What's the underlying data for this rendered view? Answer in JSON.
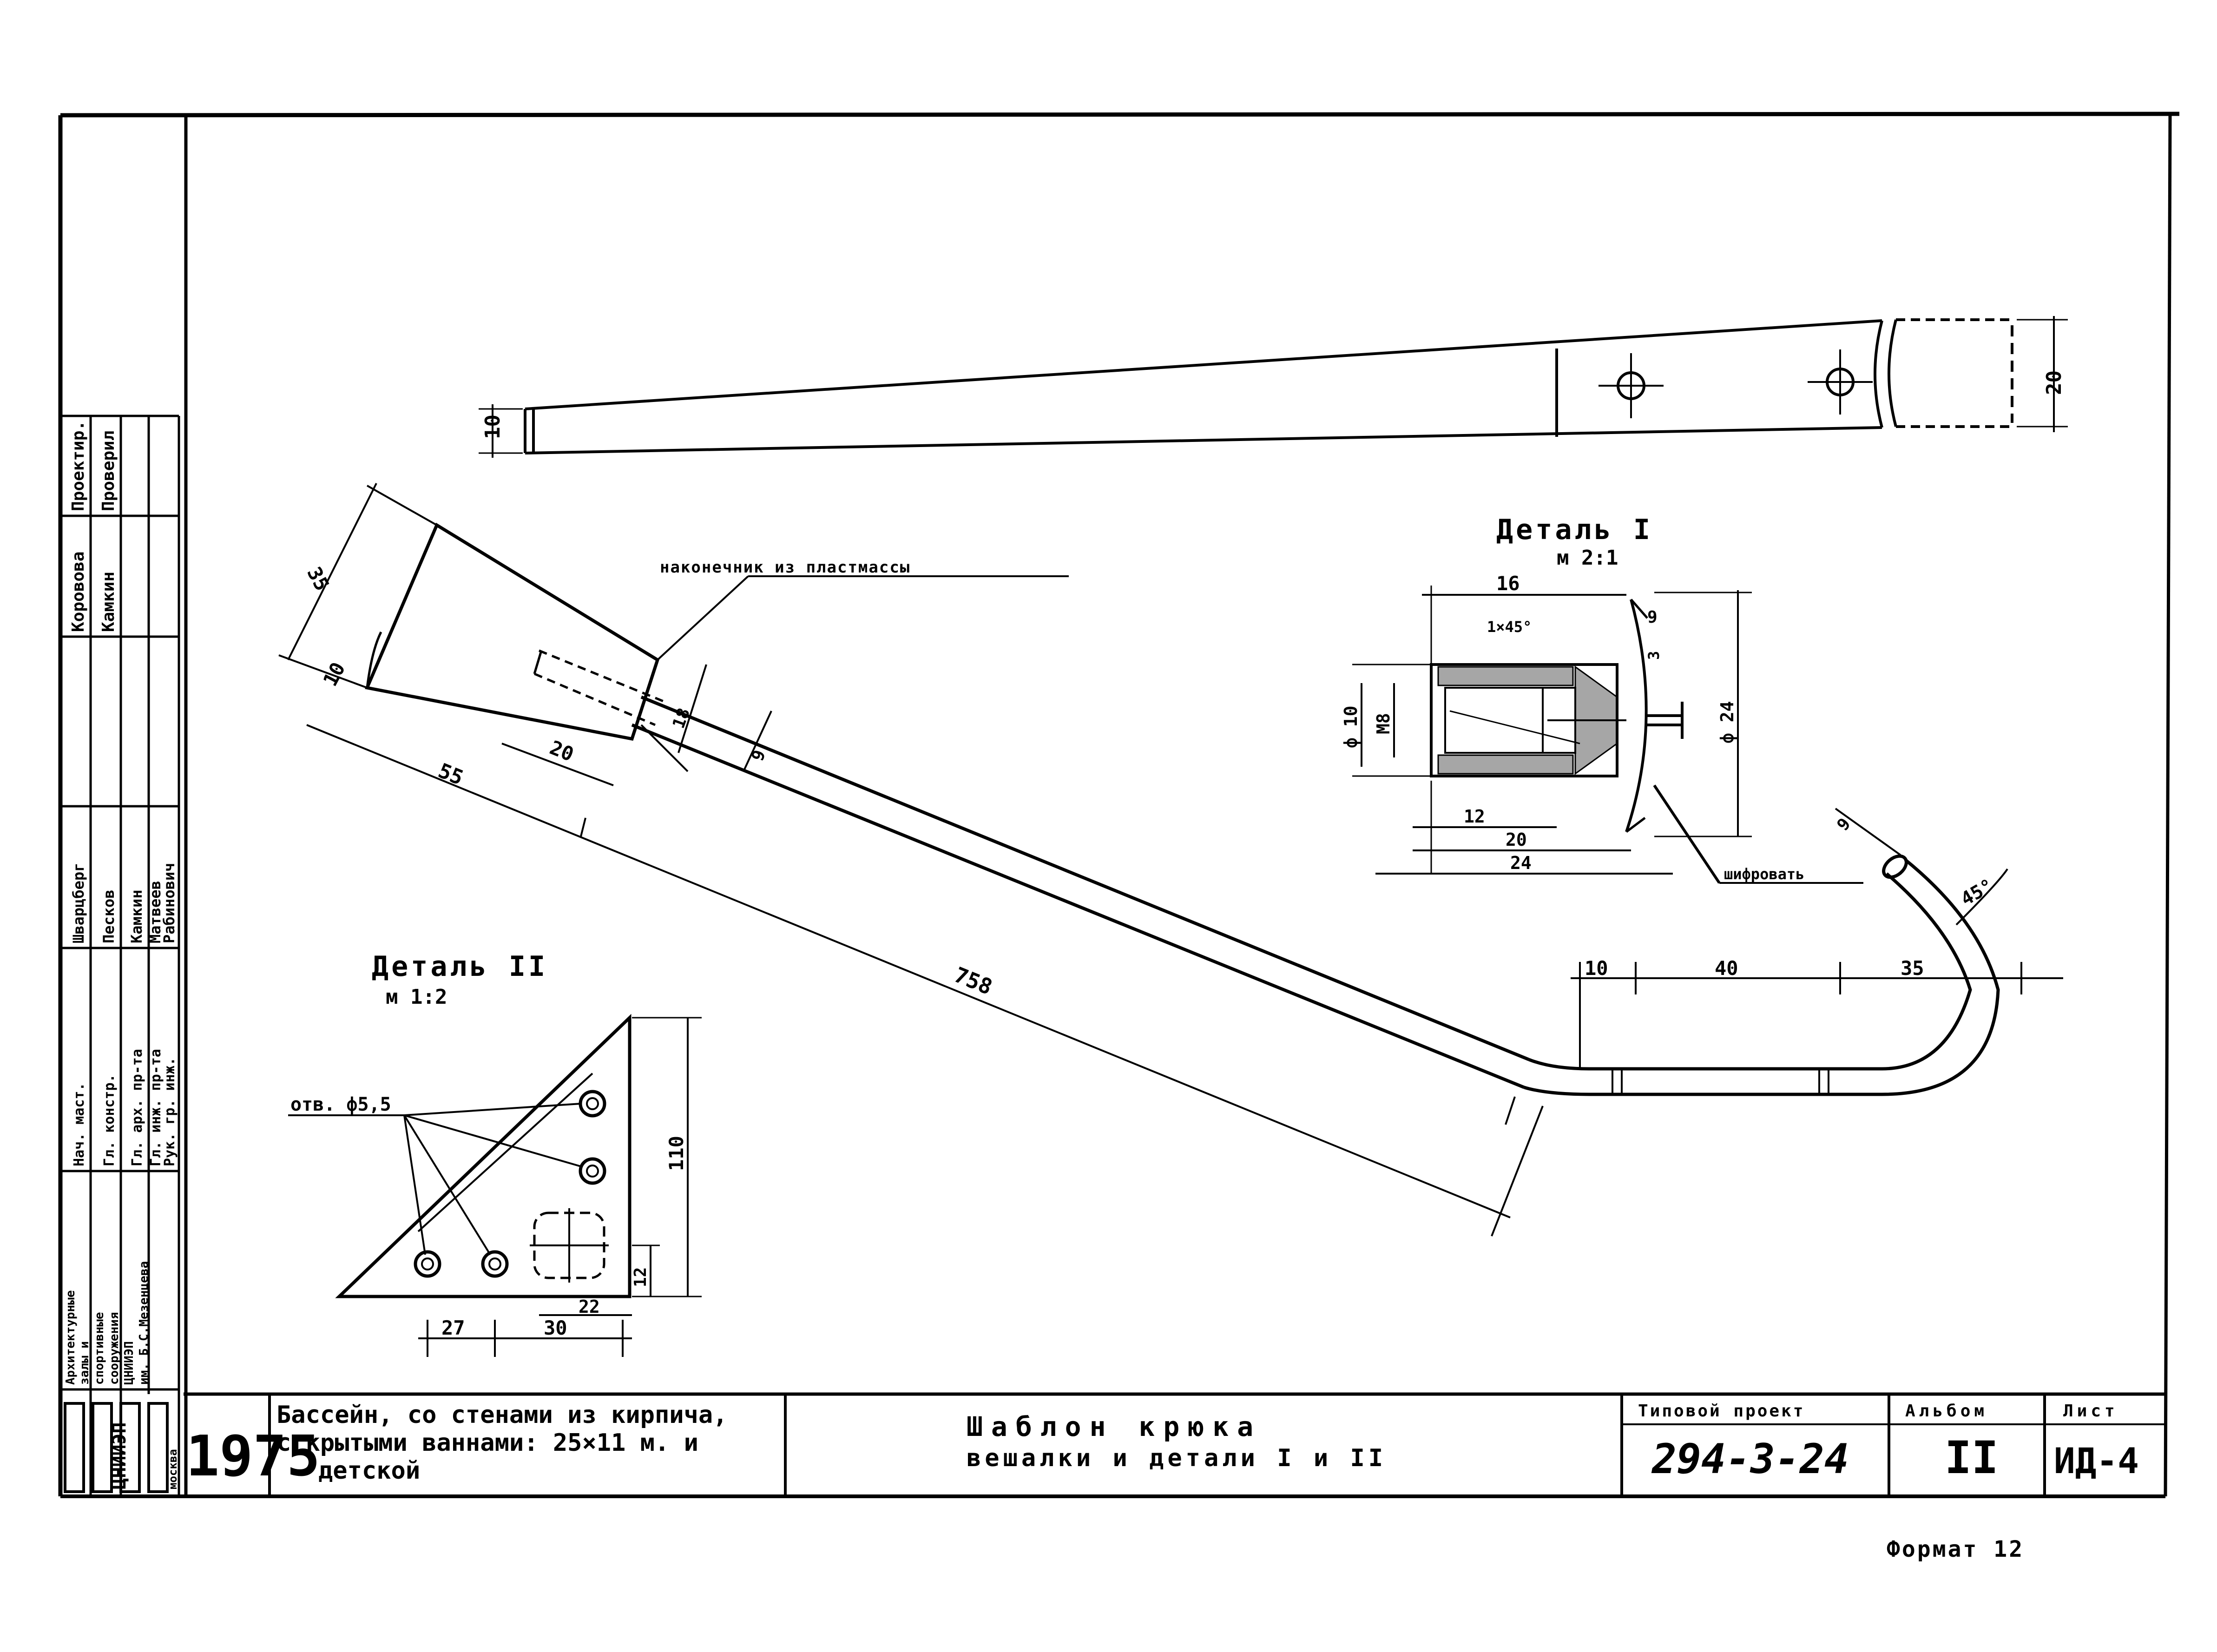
{
  "colors": {
    "ink": "#000000",
    "paper": "#ffffff"
  },
  "drawing": {
    "top_view": {
      "dim_left": "10",
      "dim_right": "20"
    },
    "hook": {
      "tip_label": "наконечник из пластмассы",
      "dim_35": "35",
      "dim_10a": "10",
      "dim_55": "55",
      "dim_20": "20",
      "dim_18": "18",
      "dim_9": "9",
      "dim_758": "758",
      "dim_bend_10": "10",
      "dim_40": "40",
      "dim_35b": "35",
      "dim_9b": "9",
      "angle": "45°"
    },
    "detail1": {
      "title": "Деталь I",
      "scale": "м 2:1",
      "d16": "16",
      "chamfer": "1×45°",
      "d9": "9",
      "d3": "3",
      "phi10": "ф 10",
      "m8": "М8",
      "phi24": "ф 24",
      "d12": "12",
      "d20": "20",
      "d24": "24",
      "note": "шифровать"
    },
    "detail2": {
      "title": "Деталь II",
      "scale": "м 1:2",
      "holes": "отв. ф5,5",
      "d110": "110",
      "d22": "22",
      "d12": "12",
      "d27": "27",
      "d30": "30"
    }
  },
  "stamp_left": {
    "org_lines": [
      "Архитектурные",
      "залы и",
      "спортивные",
      "сооружения",
      "ЦНИИЭП",
      "им. Б.С.Мезенцева"
    ],
    "roles": [
      "Нач. маст.",
      "Гл. констр.",
      "Гл. арх. пр-та",
      "Гл. инж. пр-та",
      "Рук. гр. инж."
    ],
    "names": [
      "Шварцберг",
      "Песков",
      "Камкин",
      "Матвеев",
      "Рабинович"
    ],
    "roles_top": [
      "Проектир.",
      "Проверил"
    ],
    "names_top": [
      "Коровова",
      "Камкин"
    ],
    "logo_text": "ЦНИИЭП",
    "city": "москва"
  },
  "title_block": {
    "year": "1975",
    "project_desc_1": "Бассейн, со стенами из кирпича,",
    "project_desc_2": "с крытыми ваннами: 25×11 м. и",
    "project_desc_3": "детской",
    "sheet_title_1": "Шаблон крюка",
    "sheet_title_2": "вешалки и детали I и II",
    "type_proj_label": "Типовой проект",
    "type_proj_value": "294-3-24",
    "album_label": "Альбом",
    "album_value": "II",
    "sheet_label": "Лист",
    "sheet_value": "ИД-4"
  },
  "format_note": "Формат 12"
}
